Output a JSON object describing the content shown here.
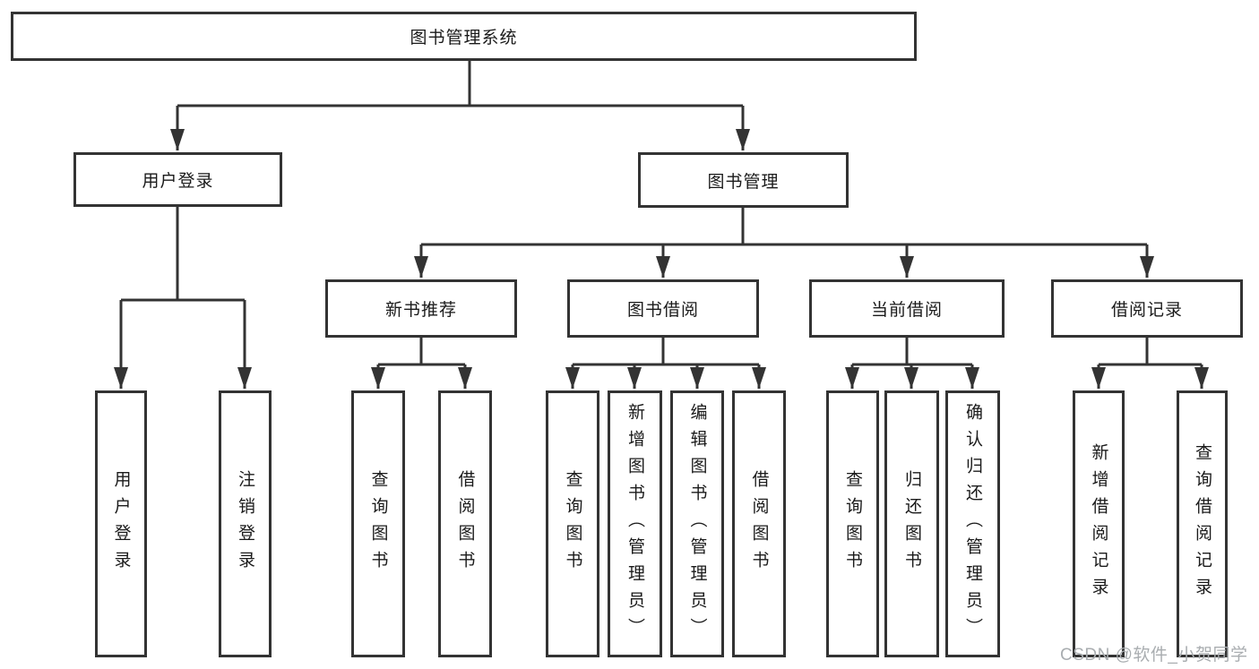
{
  "tree": {
    "root": {
      "label": "图书管理系统",
      "children": [
        {
          "label": "用户登录",
          "children": [
            {
              "label": "用户登录"
            },
            {
              "label": "注销登录"
            }
          ]
        },
        {
          "label": "图书管理",
          "children": [
            {
              "label": "新书推荐",
              "children": [
                {
                  "label": "查询图书"
                },
                {
                  "label": "借阅图书"
                }
              ]
            },
            {
              "label": "图书借阅",
              "children": [
                {
                  "label": "查询图书"
                },
                {
                  "label": "新增图书（管理员）"
                },
                {
                  "label": "编辑图书（管理员）"
                },
                {
                  "label": "借阅图书"
                }
              ]
            },
            {
              "label": "当前借阅",
              "children": [
                {
                  "label": "查询图书"
                },
                {
                  "label": "归还图书"
                },
                {
                  "label": "确认归还（管理员）"
                }
              ]
            },
            {
              "label": "借阅记录",
              "children": [
                {
                  "label": "新增借阅记录"
                },
                {
                  "label": "查询借阅记录"
                }
              ]
            }
          ]
        }
      ]
    }
  },
  "watermark": {
    "text": "CSDN @软件_小贺同学"
  },
  "colors": {
    "background": "#ffffff",
    "line": "#333333",
    "text": "#1a1a1a",
    "watermark": "#a9adb0"
  }
}
